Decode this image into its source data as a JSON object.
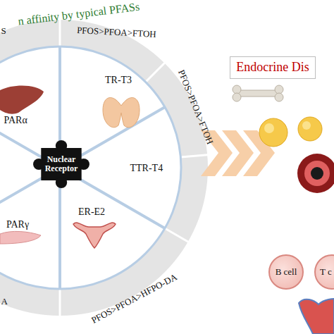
{
  "diagram": {
    "nodes": [
      {
        "text": [
          "Nuclear Receptor"
        ]
      },
      {
        "text": [
          "Endocrine Dis"
        ]
      },
      {
        "text": [
          "B cell"
        ]
      },
      {
        "text": [
          "T c"
        ]
      }
    ],
    "labels": [
      "n affinity by typical PFASs",
      "S",
      "PFOS>PFOA>FTOH",
      "PFOS>PFOA>FTOH",
      "PFOS>PFOA>HFPO-DA",
      "A",
      "PARα",
      "TR-T3",
      "TTR-T4",
      "ER-E2",
      "PARγ"
    ]
  }
}
